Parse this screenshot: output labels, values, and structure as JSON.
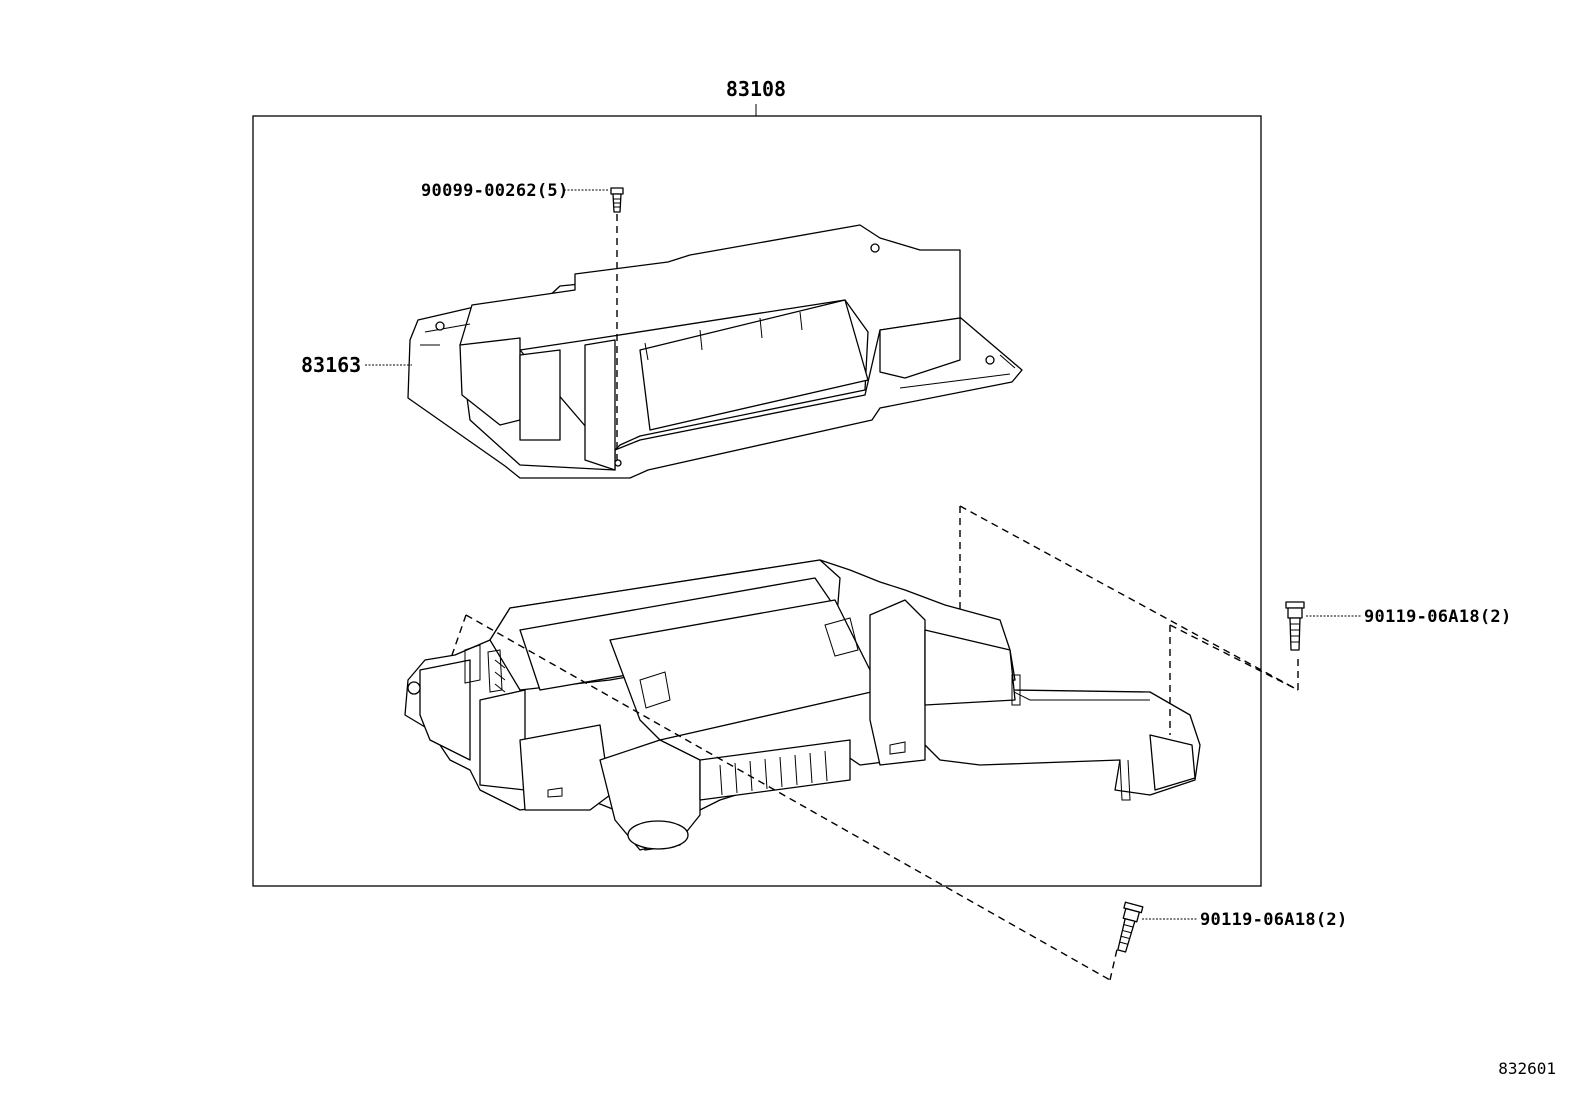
{
  "diagram": {
    "assembly_label": "83108",
    "parts": [
      {
        "key": "screw_top",
        "label": "90099-00262(5)"
      },
      {
        "key": "cover",
        "label": "83163"
      },
      {
        "key": "bolt_right",
        "label": "90119-06A18(2)"
      },
      {
        "key": "bolt_bottom",
        "label": "90119-06A18(2)"
      }
    ],
    "figure_number": "832601"
  }
}
